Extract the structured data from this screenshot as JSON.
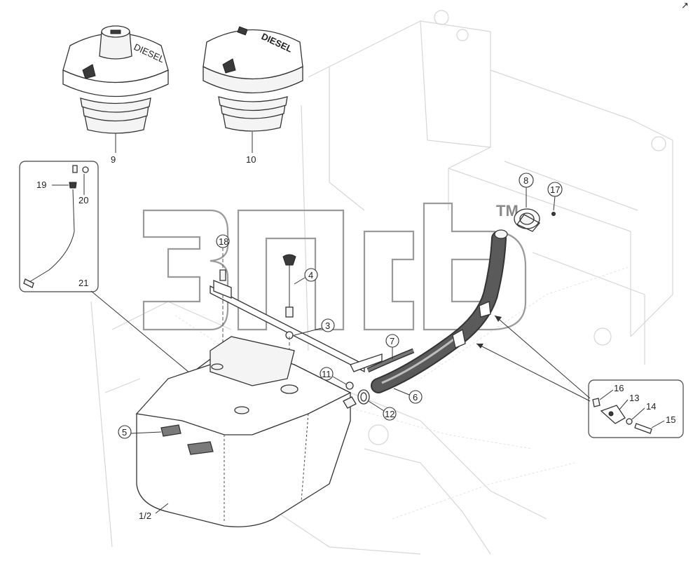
{
  "diagram": {
    "callouts": [
      {
        "id": "c9",
        "text": "9"
      },
      {
        "id": "c10",
        "text": "10"
      },
      {
        "id": "c19",
        "text": "19"
      },
      {
        "id": "c20",
        "text": "20"
      },
      {
        "id": "c21",
        "text": "21"
      },
      {
        "id": "c18",
        "text": "18"
      },
      {
        "id": "c4",
        "text": "4"
      },
      {
        "id": "c3",
        "text": "3"
      },
      {
        "id": "c7",
        "text": "7"
      },
      {
        "id": "c11",
        "text": "11"
      },
      {
        "id": "c6",
        "text": "6"
      },
      {
        "id": "c12",
        "text": "12"
      },
      {
        "id": "c8",
        "text": "8"
      },
      {
        "id": "c17",
        "text": "17"
      },
      {
        "id": "c16",
        "text": "16"
      },
      {
        "id": "c13",
        "text": "13"
      },
      {
        "id": "c14",
        "text": "14"
      },
      {
        "id": "c15",
        "text": "15"
      },
      {
        "id": "c5",
        "text": "5"
      },
      {
        "id": "c12b",
        "text": "1/2"
      }
    ],
    "cap_labels": {
      "cap9": "DIESEL",
      "cap10": "DIESEL"
    },
    "watermark": {
      "text": "ЗПсБ",
      "mark": "TM"
    }
  }
}
